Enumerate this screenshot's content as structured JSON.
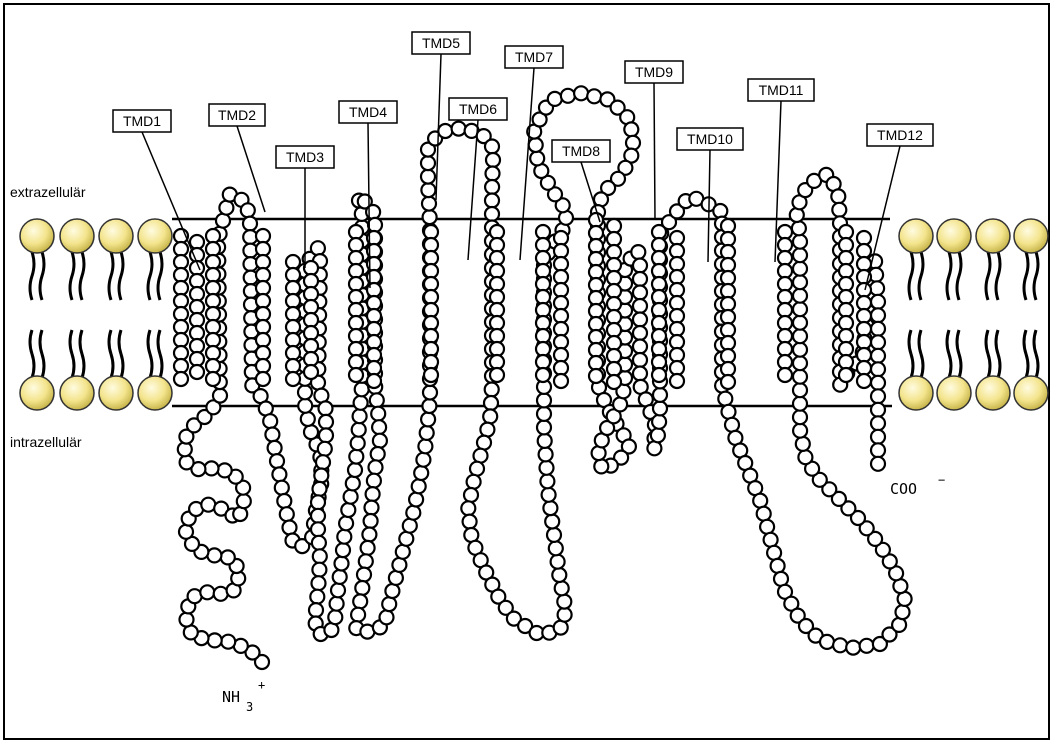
{
  "diagram": {
    "side_labels": {
      "extracellular": "extrazellulär",
      "intracellular": "intrazellulär"
    },
    "terminals": {
      "n_terminus": {
        "main": "NH",
        "sub": "3",
        "sup": "+"
      },
      "c_terminus": {
        "main": "COO",
        "sup": "−"
      }
    },
    "domains": [
      "TMD1",
      "TMD2",
      "TMD3",
      "TMD4",
      "TMD5",
      "TMD6",
      "TMD7",
      "TMD8",
      "TMD9",
      "TMD10",
      "TMD11",
      "TMD12"
    ],
    "colors": {
      "lipid_head": "#f3e48c",
      "bead_fill": "#ffffff",
      "outline": "#000000"
    }
  }
}
